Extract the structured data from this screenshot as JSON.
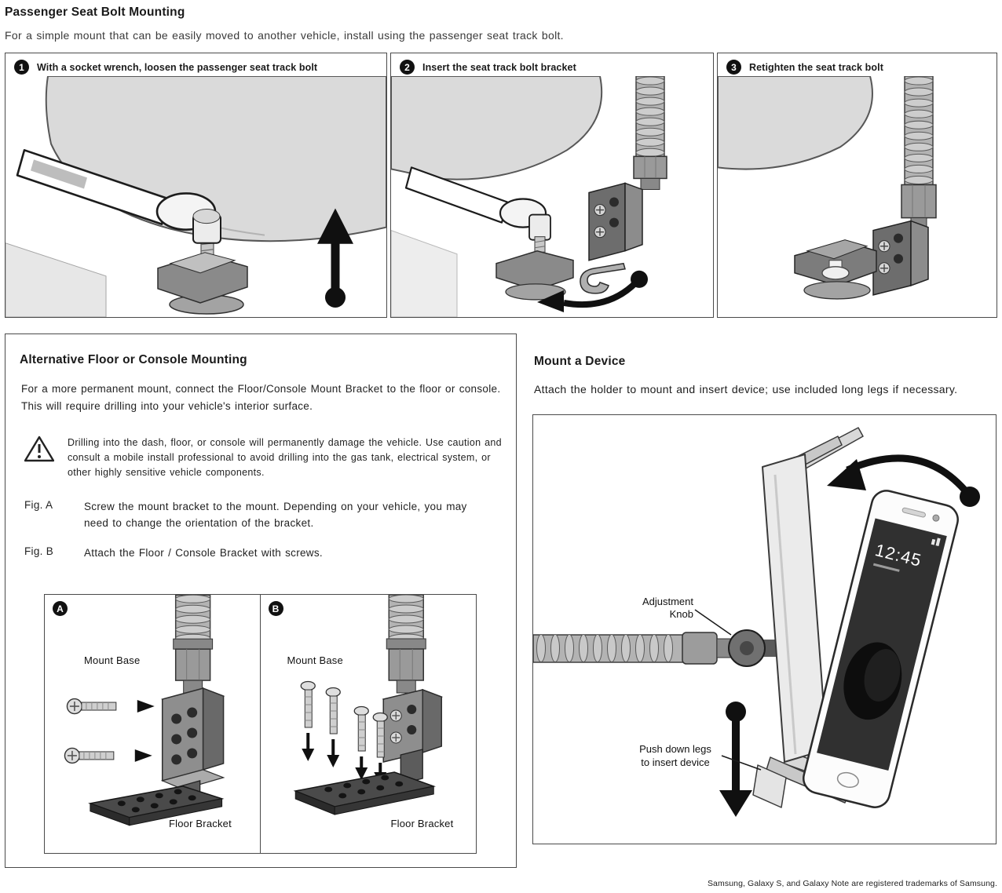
{
  "page": {
    "title": "Passenger Seat Bolt Mounting",
    "subtitle": "For a simple mount that can be easily moved to another vehicle, install using the passenger seat track bolt.",
    "trademark": "Samsung, Galaxy S, and Galaxy Note are registered trademarks of Samsung."
  },
  "colors": {
    "text": "#1a1a1a",
    "border": "#4a4a4a",
    "badge": "#111111"
  },
  "steps": [
    {
      "number": "1",
      "label": "With a socket wrench, loosen the passenger seat track bolt"
    },
    {
      "number": "2",
      "label": "Insert the seat track bolt bracket"
    },
    {
      "number": "3",
      "label": "Retighten the seat track bolt"
    }
  ],
  "alternative": {
    "title": "Alternative Floor or Console Mounting",
    "intro": "For a more permanent mount, connect the Floor/Console Mount Bracket to the floor or console. This will require drilling into your vehicle's interior surface.",
    "warning": "Drilling into the dash, floor, or console will permanently damage the vehicle. Use caution and consult a mobile install professional to avoid drilling into the gas tank, electrical system, or other highly sensitive vehicle components.",
    "figures": [
      {
        "label": "Fig. A",
        "text": "Screw the mount bracket to the mount. Depending on your vehicle, you may need to change the orientation of the bracket."
      },
      {
        "label": "Fig. B",
        "text": "Attach the Floor / Console Bracket with screws."
      }
    ],
    "panels": [
      {
        "letter": "A",
        "mount_base_label": "Mount Base",
        "floor_bracket_label": "Floor Bracket"
      },
      {
        "letter": "B",
        "mount_base_label": "Mount Base",
        "floor_bracket_label": "Floor Bracket"
      }
    ]
  },
  "mount_device": {
    "title": "Mount a Device",
    "intro": "Attach the holder to mount and insert device; use included long legs if necessary.",
    "adjustment_label": "Adjustment\nKnob",
    "push_label": "Push down legs\nto insert device",
    "phone_time": "12:45"
  }
}
